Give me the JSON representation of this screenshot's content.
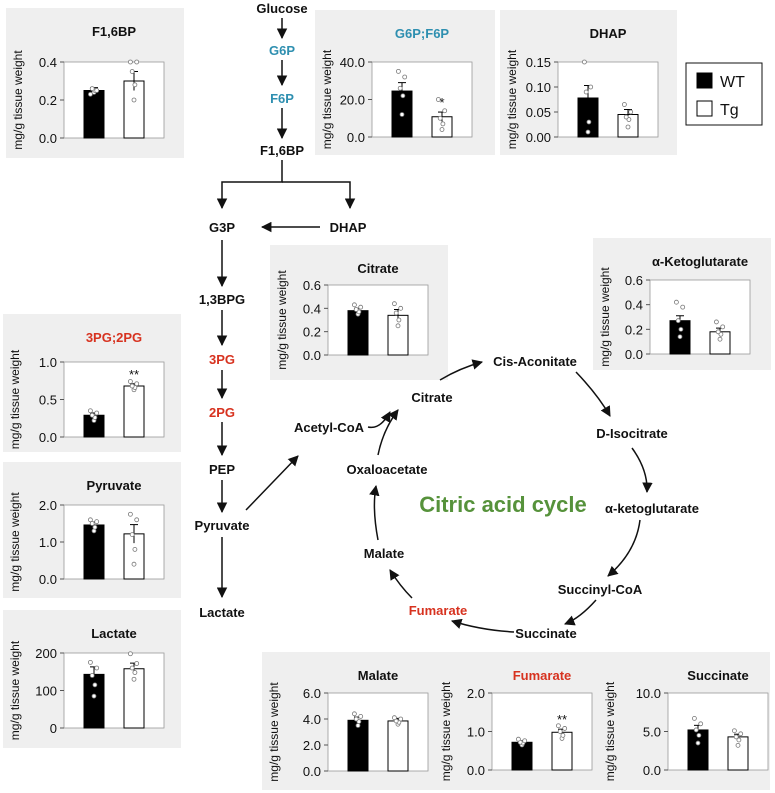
{
  "colors": {
    "panel_bg": "#efefef",
    "node_text": "#111111",
    "blue_node": "#2e8fb0",
    "red_node": "#d7321f",
    "cycle_title": "#56923b",
    "wt_fill": "#000000",
    "tg_fill": "#ffffff"
  },
  "legend": {
    "wt_label": "WT",
    "tg_label": "Tg"
  },
  "ylabel": "mg/g tissue weight",
  "nodes": {
    "glucose": "Glucose",
    "g6p": "G6P",
    "f6p": "F6P",
    "f16bp": "F1,6BP",
    "g3p": "G3P",
    "dhap": "DHAP",
    "bpg13": "1,3BPG",
    "pg3": "3PG",
    "pg2": "2PG",
    "pep": "PEP",
    "pyruvate": "Pyruvate",
    "lactate": "Lactate",
    "acetylcoa": "Acetyl-CoA",
    "citrate": "Citrate",
    "cisaconitate": "Cis-Aconitate",
    "disocitrate": "D-Isocitrate",
    "akg": "α-ketoglutarate",
    "succinylcoa": "Succinyl-CoA",
    "succinate": "Succinate",
    "fumarate": "Fumarate",
    "malate": "Malate",
    "oxaloacetate": "Oxaloacetate",
    "cycle_title": "Citric acid cycle"
  },
  "chart_data": [
    {
      "id": "f16bp",
      "type": "bar",
      "title": "F1,6BP",
      "title_color": "#111111",
      "ylabel": "mg/g tissue weight",
      "ylim": [
        0,
        0.4
      ],
      "ticks": [
        0.0,
        0.2,
        0.4
      ],
      "tick_labels": [
        "0.0",
        "0.2",
        "0.4"
      ],
      "categories": [
        "WT",
        "Tg"
      ],
      "values": [
        0.25,
        0.3
      ],
      "errors": [
        0.015,
        0.05
      ],
      "points": [
        [
          0.24,
          0.25,
          0.26,
          0.25,
          0.23
        ],
        [
          0.2,
          0.28,
          0.35,
          0.4,
          0.43
        ]
      ],
      "sig": ""
    },
    {
      "id": "g6pf6p",
      "type": "bar",
      "title": "G6P;F6P",
      "title_color": "#2e8fb0",
      "ylabel": "mg/g tissue weight",
      "ylim": [
        0,
        40
      ],
      "ticks": [
        0,
        20,
        40
      ],
      "tick_labels": [
        "0.0",
        "20.0",
        "40.0"
      ],
      "categories": [
        "WT",
        "Tg"
      ],
      "values": [
        24.5,
        10.8
      ],
      "errors": [
        4.5,
        2.5
      ],
      "points": [
        [
          12,
          22,
          26,
          32,
          35
        ],
        [
          4,
          7,
          10,
          14,
          20
        ]
      ],
      "sig": "*"
    },
    {
      "id": "dhap",
      "type": "bar",
      "title": "DHAP",
      "title_color": "#111111",
      "ylabel": "mg/g tissue weight",
      "ylim": [
        0,
        0.15
      ],
      "ticks": [
        0,
        0.05,
        0.1,
        0.15
      ],
      "tick_labels": [
        "0.00",
        "0.05",
        "0.10",
        "0.15"
      ],
      "categories": [
        "WT",
        "Tg"
      ],
      "values": [
        0.078,
        0.045
      ],
      "errors": [
        0.025,
        0.01
      ],
      "points": [
        [
          0.01,
          0.03,
          0.09,
          0.1,
          0.16
        ],
        [
          0.02,
          0.035,
          0.04,
          0.05,
          0.065
        ]
      ],
      "sig": ""
    },
    {
      "id": "citrate",
      "type": "bar",
      "title": "Citrate",
      "title_color": "#111111",
      "ylabel": "mg/g tissue weight",
      "ylim": [
        0,
        0.6
      ],
      "ticks": [
        0,
        0.2,
        0.4,
        0.6
      ],
      "tick_labels": [
        "0.0",
        "0.2",
        "0.4",
        "0.6"
      ],
      "categories": [
        "WT",
        "Tg"
      ],
      "values": [
        0.38,
        0.34
      ],
      "errors": [
        0.02,
        0.05
      ],
      "points": [
        [
          0.35,
          0.37,
          0.39,
          0.41,
          0.43
        ],
        [
          0.25,
          0.3,
          0.36,
          0.4,
          0.44
        ]
      ],
      "sig": ""
    },
    {
      "id": "akg",
      "type": "bar",
      "title": "α-Ketoglutarate",
      "title_color": "#111111",
      "ylabel": "mg/g tissue weight",
      "ylim": [
        0,
        0.6
      ],
      "ticks": [
        0,
        0.2,
        0.4,
        0.6
      ],
      "tick_labels": [
        "0.0",
        "0.2",
        "0.4",
        "0.6"
      ],
      "categories": [
        "WT",
        "Tg"
      ],
      "values": [
        0.27,
        0.18
      ],
      "errors": [
        0.04,
        0.03
      ],
      "points": [
        [
          0.14,
          0.2,
          0.27,
          0.38,
          0.42
        ],
        [
          0.12,
          0.16,
          0.18,
          0.22,
          0.26
        ]
      ],
      "sig": ""
    },
    {
      "id": "pg",
      "type": "bar",
      "title": "3PG;2PG",
      "title_color": "#d7321f",
      "ylabel": "mg/g tissue weight",
      "ylim": [
        0,
        1.0
      ],
      "ticks": [
        0,
        0.5,
        1.0
      ],
      "tick_labels": [
        "0.0",
        "0.5",
        "1.0"
      ],
      "categories": [
        "WT",
        "Tg"
      ],
      "values": [
        0.29,
        0.68
      ],
      "errors": [
        0.03,
        0.03
      ],
      "points": [
        [
          0.22,
          0.26,
          0.29,
          0.32,
          0.35
        ],
        [
          0.63,
          0.66,
          0.68,
          0.71,
          0.74
        ]
      ],
      "sig": "**"
    },
    {
      "id": "pyruvate",
      "type": "bar",
      "title": "Pyruvate",
      "title_color": "#111111",
      "ylabel": "mg/g tissue weight",
      "ylim": [
        0,
        2.0
      ],
      "ticks": [
        0,
        1.0,
        2.0
      ],
      "tick_labels": [
        "0.0",
        "1.0",
        "2.0"
      ],
      "categories": [
        "WT",
        "Tg"
      ],
      "values": [
        1.46,
        1.22
      ],
      "errors": [
        0.08,
        0.25
      ],
      "points": [
        [
          1.3,
          1.4,
          1.5,
          1.55,
          1.6
        ],
        [
          0.4,
          0.8,
          1.2,
          1.6,
          1.75
        ]
      ],
      "sig": ""
    },
    {
      "id": "lactate",
      "type": "bar",
      "title": "Lactate",
      "title_color": "#111111",
      "ylabel": "mg/g tissue weight",
      "ylim": [
        0,
        200
      ],
      "ticks": [
        0,
        100,
        200
      ],
      "tick_labels": [
        "0",
        "100",
        "200"
      ],
      "categories": [
        "WT",
        "Tg"
      ],
      "values": [
        143,
        158
      ],
      "errors": [
        20,
        15
      ],
      "points": [
        [
          85,
          115,
          140,
          160,
          175
        ],
        [
          130,
          148,
          160,
          172,
          198
        ]
      ],
      "sig": ""
    },
    {
      "id": "malate",
      "type": "bar",
      "title": "Malate",
      "title_color": "#111111",
      "ylabel": "mg/g tissue weight",
      "ylim": [
        0,
        6.0
      ],
      "ticks": [
        0,
        2,
        4,
        6
      ],
      "tick_labels": [
        "0.0",
        "2.0",
        "4.0",
        "6.0"
      ],
      "categories": [
        "WT",
        "Tg"
      ],
      "values": [
        3.9,
        3.85
      ],
      "errors": [
        0.25,
        0.2
      ],
      "points": [
        [
          3.5,
          3.8,
          4.0,
          4.2,
          4.4
        ],
        [
          3.6,
          3.75,
          3.85,
          4.0,
          4.1
        ]
      ],
      "sig": ""
    },
    {
      "id": "fumarate",
      "type": "bar",
      "title": "Fumarate",
      "title_color": "#d7321f",
      "ylabel": "mg/g tissue weight",
      "ylim": [
        0,
        2.0
      ],
      "ticks": [
        0,
        1.0,
        2.0
      ],
      "tick_labels": [
        "0.0",
        "1.0",
        "2.0"
      ],
      "categories": [
        "WT",
        "Tg"
      ],
      "values": [
        0.72,
        0.98
      ],
      "errors": [
        0.04,
        0.08
      ],
      "points": [
        [
          0.65,
          0.7,
          0.72,
          0.76,
          0.8
        ],
        [
          0.82,
          0.9,
          1.0,
          1.08,
          1.15
        ]
      ],
      "sig": "**"
    },
    {
      "id": "succinate",
      "type": "bar",
      "title": "Succinate",
      "title_color": "#111111",
      "ylabel": "mg/g tissue weight",
      "ylim": [
        0,
        10.0
      ],
      "ticks": [
        0,
        5,
        10
      ],
      "tick_labels": [
        "0.0",
        "5.0",
        "10.0"
      ],
      "categories": [
        "WT",
        "Tg"
      ],
      "values": [
        5.2,
        4.3
      ],
      "errors": [
        0.6,
        0.35
      ],
      "points": [
        [
          3.5,
          4.5,
          5.2,
          6.0,
          6.7
        ],
        [
          3.2,
          3.9,
          4.3,
          4.7,
          5.1
        ]
      ],
      "sig": ""
    }
  ]
}
